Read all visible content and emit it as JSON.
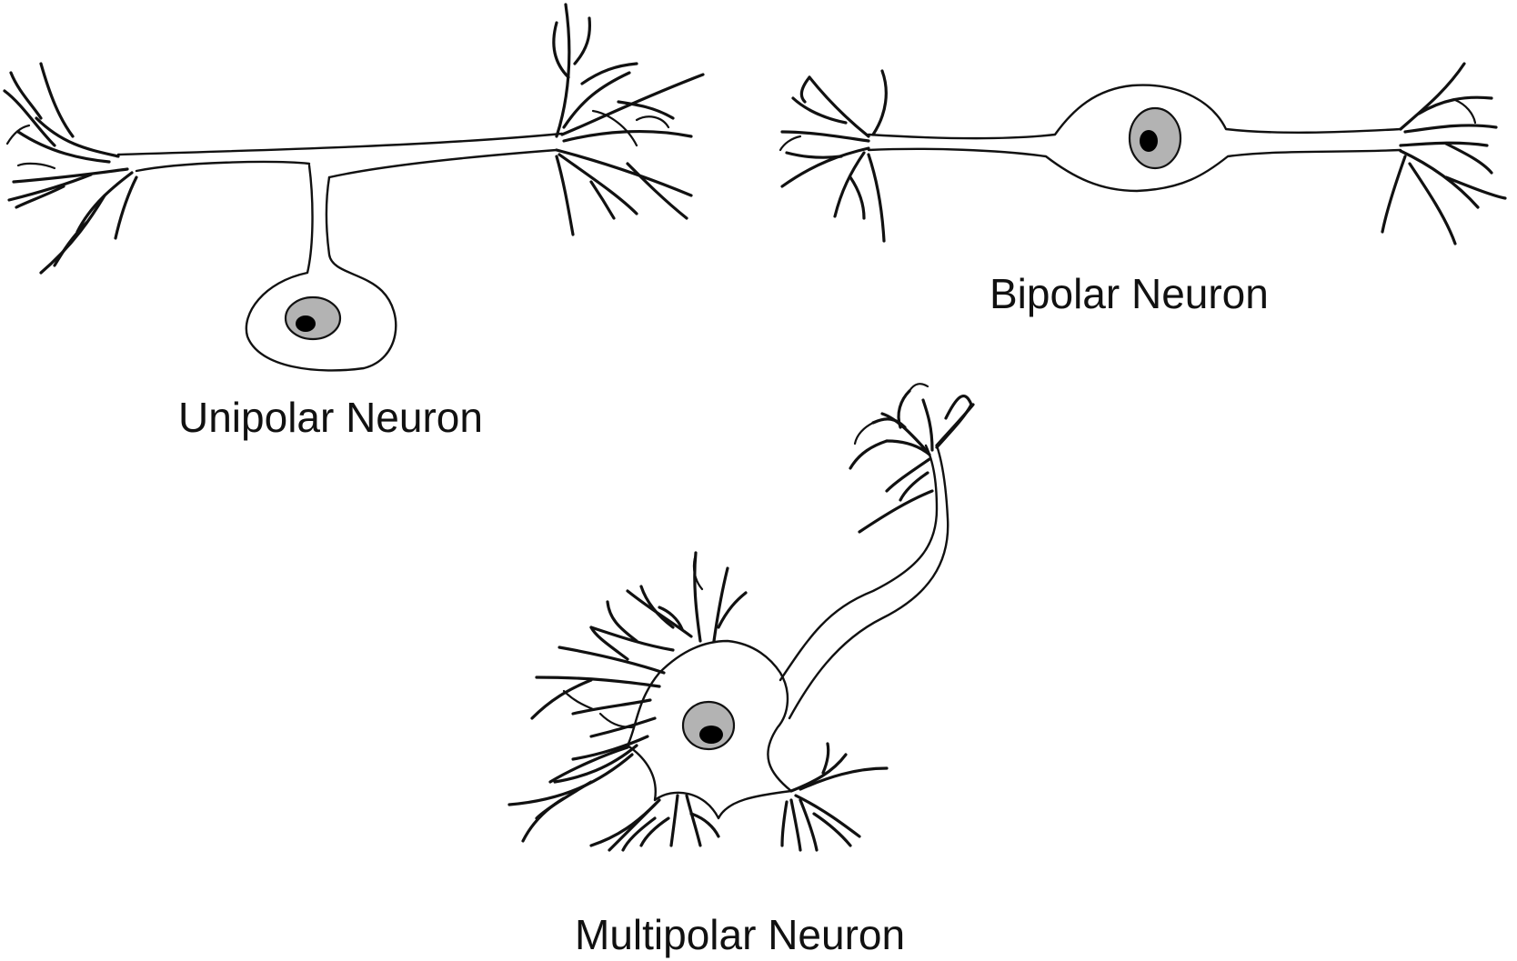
{
  "labels": {
    "unipolar": "Unipolar Neuron",
    "bipolar": "Bipolar Neuron",
    "multipolar": "Multipolar Neuron"
  },
  "colors": {
    "outline": "#111111",
    "cytoplasm": "#ffffff",
    "nucleus": "#b3b3b3",
    "nucleolus": "#000000",
    "background": "#ffffff"
  }
}
